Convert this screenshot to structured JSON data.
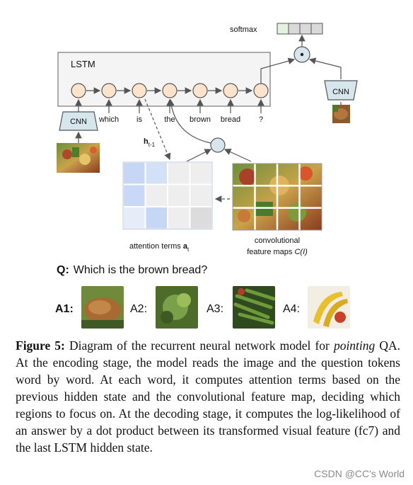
{
  "diagram": {
    "lstm_label": "LSTM",
    "softmax_label": "softmax",
    "cnn_left_label": "CNN",
    "cnn_right_label": "CNN",
    "tokens": [
      "which",
      "is",
      "the",
      "brown",
      "bread",
      "?"
    ],
    "hidden_label": "h",
    "hidden_subscript": "t-1",
    "attention_label": "attention terms ",
    "attention_symbol": "a",
    "attention_subscript": "t",
    "feature_label_line1": "convolutional",
    "feature_label_line2": "feature maps ",
    "feature_label_symbol": "C(I)",
    "attention_grid": [
      [
        "#c6d7f5",
        "#d3e1f7",
        "#eeeeee",
        "#eeeeee"
      ],
      [
        "#c9d8f6",
        "#eeeeee",
        "#eeeeee",
        "#eeeeee"
      ],
      [
        "#e6ecf8",
        "#c6d7f5",
        "#eeeeee",
        "#dcdcdc"
      ]
    ],
    "softmax_cells": [
      "#e3f2e0",
      "#d9d9d9",
      "#d9d9d9",
      "#d9d9d9"
    ]
  },
  "question": {
    "prefix": "Q:",
    "text": "Which is the brown bread?"
  },
  "answers": [
    {
      "label": "A1:",
      "bold": true,
      "image": "brown-bread-photo"
    },
    {
      "label": "A2:",
      "bold": false,
      "image": "green-vegetable-photo"
    },
    {
      "label": "A3:",
      "bold": false,
      "image": "green-beans-photo"
    },
    {
      "label": "A4:",
      "bold": false,
      "image": "bananas-photo"
    }
  ],
  "caption": {
    "figure_label": "Figure 5:",
    "part1": " Diagram of the recurrent neural network model for ",
    "emph": "pointing",
    "part2": " QA. At the encoding stage, the model reads the image and the question tokens word by word. At each word, it computes attention terms based on the previous hidden state and the convolutional feature map, deciding which regions to focus on. At the decoding stage, it computes the log-likelihood of an answer by a dot product between its transformed visual feature (fc7) and the last LSTM hidden state."
  },
  "watermark": "CSDN @CC's World"
}
